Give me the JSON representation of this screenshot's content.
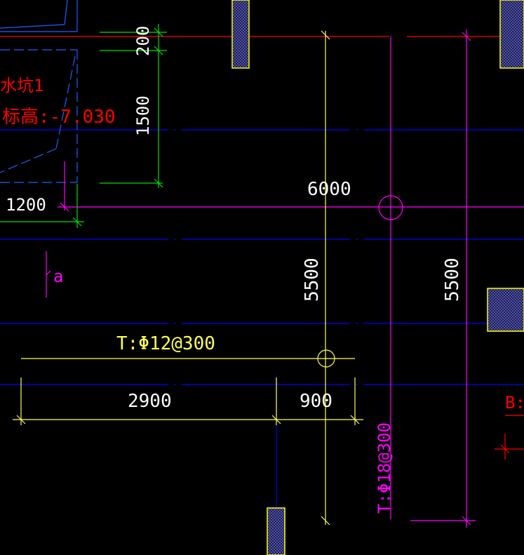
{
  "colors": {
    "background": "#000000",
    "axis_blue": "#0000ff",
    "dim_green": "#00e000",
    "dim_white": "#ffffff",
    "rebar_yellow": "#ffff55",
    "rebar_magenta": "#ff00ff",
    "label_red": "#ff0000",
    "column_yellow": "#ffff00"
  },
  "labels": {
    "pit_name": "水坑1",
    "pit_elevation": "标高:-7.030",
    "rebar_horizontal": "T:Φ12@300",
    "rebar_vertical": "T:Φ18@300",
    "section_mark": "a",
    "partial_right": "B:"
  },
  "dimensions": {
    "d200": "200",
    "d1500": "1500",
    "d1200": "1200",
    "d6000": "6000",
    "d5500_left": "5500",
    "d5500_right": "5500",
    "d2900": "2900",
    "d900": "900"
  }
}
